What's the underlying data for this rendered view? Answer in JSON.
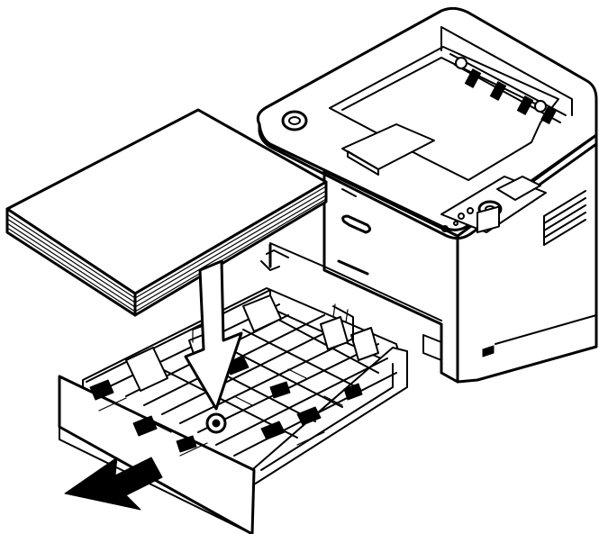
{
  "figure": {
    "subjects": [
      "printer",
      "paper-stack",
      "paper-tray"
    ],
    "arrows": [
      {
        "name": "load-paper-arrow",
        "direction": "down"
      },
      {
        "name": "insert-tray-arrow",
        "direction": "push-in"
      }
    ],
    "colors": {
      "line": "#000000",
      "background": "#ffffff",
      "fill": "#ffffff"
    }
  }
}
